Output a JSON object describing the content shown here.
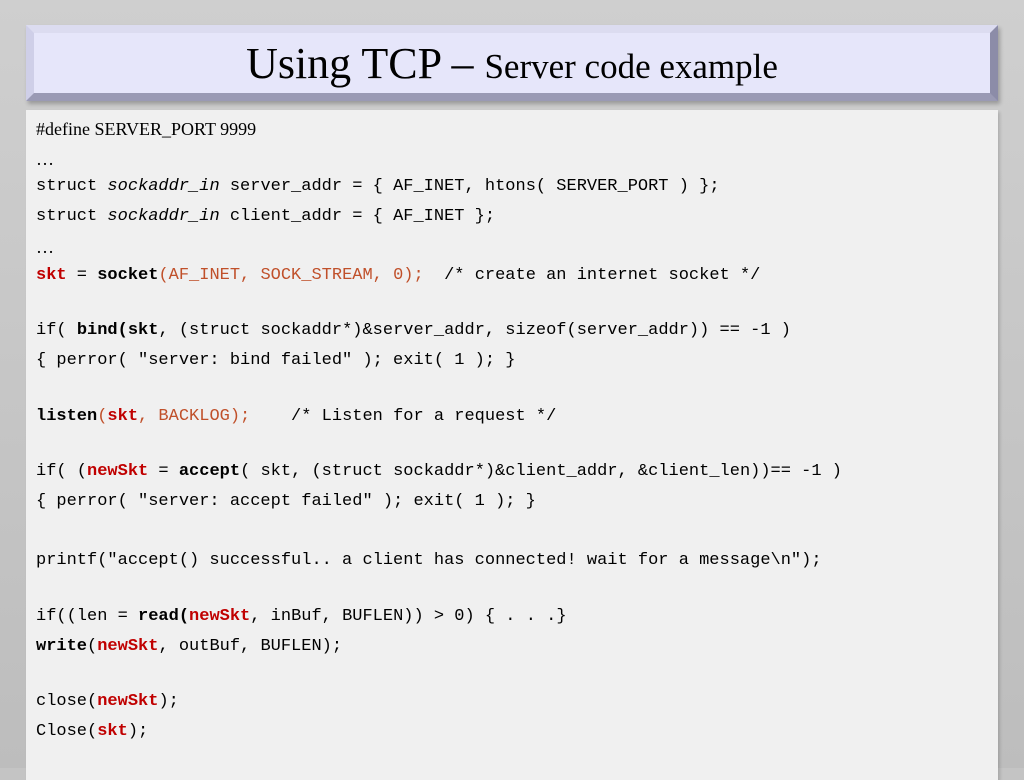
{
  "title": {
    "main": "Using TCP",
    "dash": " – ",
    "sub": "Server code example"
  },
  "code": {
    "l1": "#define SERVER_PORT 9999",
    "l2": "…",
    "l3": {
      "a": "struct ",
      "b": "sockaddr_in",
      "c": " server_addr = { AF_INET, htons( SERVER_PORT ) };"
    },
    "l4": {
      "a": "struct ",
      "b": "sockaddr_in",
      "c": " client_addr = { AF_INET };"
    },
    "l5": "…",
    "l6": {
      "a": "skt",
      "b": " = ",
      "c": "socket",
      "d": "(AF_INET, SOCK_STREAM, 0);",
      "e": "  /* create an internet socket */"
    },
    "l7": {
      "a": "if( ",
      "b": "bind(skt",
      "c": ", (struct sockaddr*)&server_addr, sizeof(server_addr)) == -1 )"
    },
    "l8": "{ perror( \"server: bind failed\" ); exit( 1 ); }",
    "l9": {
      "a": "listen",
      "b": "(",
      "c": "skt",
      "d": ", BACKLOG);",
      "e": "    /* Listen for a request */"
    },
    "l10": {
      "a": "if( (",
      "b": "newSkt",
      "c": " = ",
      "d": "accept",
      "e": "( skt, (struct sockaddr*)&client_addr, &client_len))== -1 )"
    },
    "l11": "{ perror( \"server: accept failed\" ); exit( 1 ); }",
    "l12": "printf(\"accept() successful.. a client has connected! wait for a message\\n\");",
    "l13": {
      "a": "if((len = ",
      "b": "read(",
      "c": "newSkt",
      "d": ", inBuf, BUFLEN)) > 0) { . . .}"
    },
    "l14": {
      "a": "write",
      "b": "(",
      "c": "newSkt",
      "d": ", outBuf, BUFLEN);"
    },
    "l15": {
      "a": "close(",
      "b": "newSkt",
      "c": ");"
    },
    "l16": {
      "a": "Close(",
      "b": "skt",
      "c": ");"
    }
  }
}
